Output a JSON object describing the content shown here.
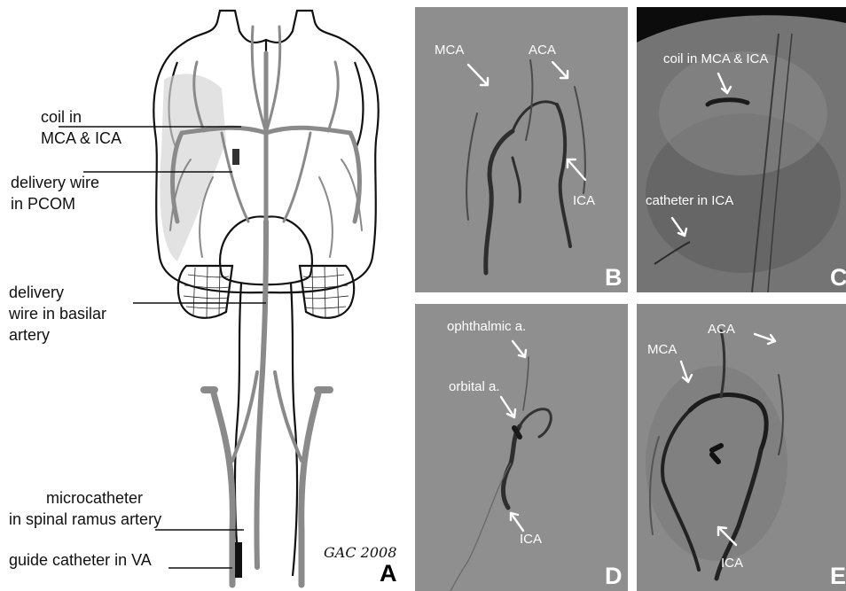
{
  "panels": {
    "a": {
      "letter": "A",
      "labels": {
        "coil_line1": "coil in",
        "coil_line2": "MCA & ICA",
        "delivery_pcom_line1": "delivery wire",
        "delivery_pcom_line2": "in PCOM",
        "delivery_basilar_line1": "delivery",
        "delivery_basilar_line2": "wire in basilar",
        "delivery_basilar_line3": "artery",
        "microcatheter_line1": "microcatheter",
        "microcatheter_line2": "in spinal ramus artery",
        "guide_catheter": "guide catheter in VA"
      },
      "signature": "GAC 2008"
    },
    "b": {
      "letter": "B",
      "labels": {
        "mca": "MCA",
        "aca": "ACA",
        "ica": "ICA"
      }
    },
    "c": {
      "letter": "C",
      "labels": {
        "coil": "coil in MCA & ICA",
        "catheter": "catheter in ICA"
      }
    },
    "d": {
      "letter": "D",
      "labels": {
        "ophthalmic": "ophthalmic a.",
        "orbital": "orbital a.",
        "ica": "ICA"
      }
    },
    "e": {
      "letter": "E",
      "labels": {
        "aca": "ACA",
        "mca": "MCA",
        "ica": "ICA"
      }
    }
  },
  "colors": {
    "vessel_gray": "#8a8a8a",
    "angio_background": "#8e8e8e",
    "fluoro_background": "#747474"
  }
}
